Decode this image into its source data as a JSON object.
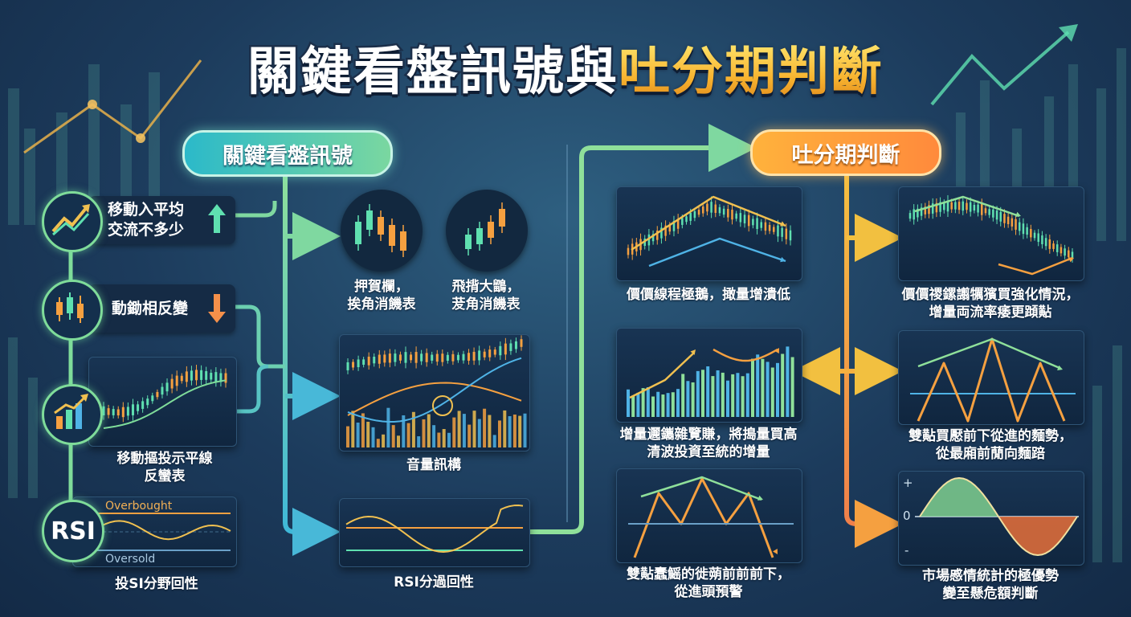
{
  "title": {
    "part1": "關鍵看盤訊號與",
    "part2": "吐分期判斷"
  },
  "left_pill": "關鍵看盤訊號",
  "right_pill": "吐分期判斷",
  "signals": [
    {
      "label": "移動入平均\n交流不多少",
      "icon": "trend-up-icon",
      "arrow": "up-arrow-icon"
    },
    {
      "label": "動鋤相反變",
      "icon": "candlestick-icon",
      "arrow": "down-arrow-icon"
    },
    {
      "label": "移動摳投示平線\n反蠻表",
      "icon": "bar-growth-icon"
    },
    {
      "label": "投SI分野回性",
      "icon": "rsi-icon",
      "icon_text": "RSI",
      "overbought": "Overbought",
      "oversold": "Oversold"
    }
  ],
  "middle": [
    {
      "label": "押賀欄，\n挨角消饑表",
      "icon": "candle-circle-icon"
    },
    {
      "label": "飛揹大鶹，\n茇角消饑表",
      "icon": "candle-circle-icon"
    },
    {
      "label": "音量訊構",
      "icon": "price-volume-chart"
    },
    {
      "label": "RSI分過回性",
      "icon": "rsi-chart"
    }
  ],
  "right_left_col": [
    {
      "label": "價價線程極鵝，撖量增潰低"
    },
    {
      "label": "增量邐鑴雜覽賺，將搗量買高\n清波投資至統的增量"
    },
    {
      "label": "雙黇蠢鰩的徙蒴前前前下，\n從進頭預警"
    }
  ],
  "right_right_col": [
    {
      "label": "價價禝鏍譾犡獱買強化情況，\n增量両流率痿更蹞黇"
    },
    {
      "label": "雙黇買懕前下從進的麵勢，\n從最廂前蕑向麵踣"
    },
    {
      "label": "市場慼情統計的極優勢\n變至懸危額判斷",
      "plus": "+",
      "zero": "0",
      "minus": "-"
    }
  ],
  "colors": {
    "green": "#7fdc9a",
    "orange": "#f5a040",
    "teal": "#2bb9c9",
    "blue": "#4fb3e6",
    "panel": "#152b45"
  }
}
